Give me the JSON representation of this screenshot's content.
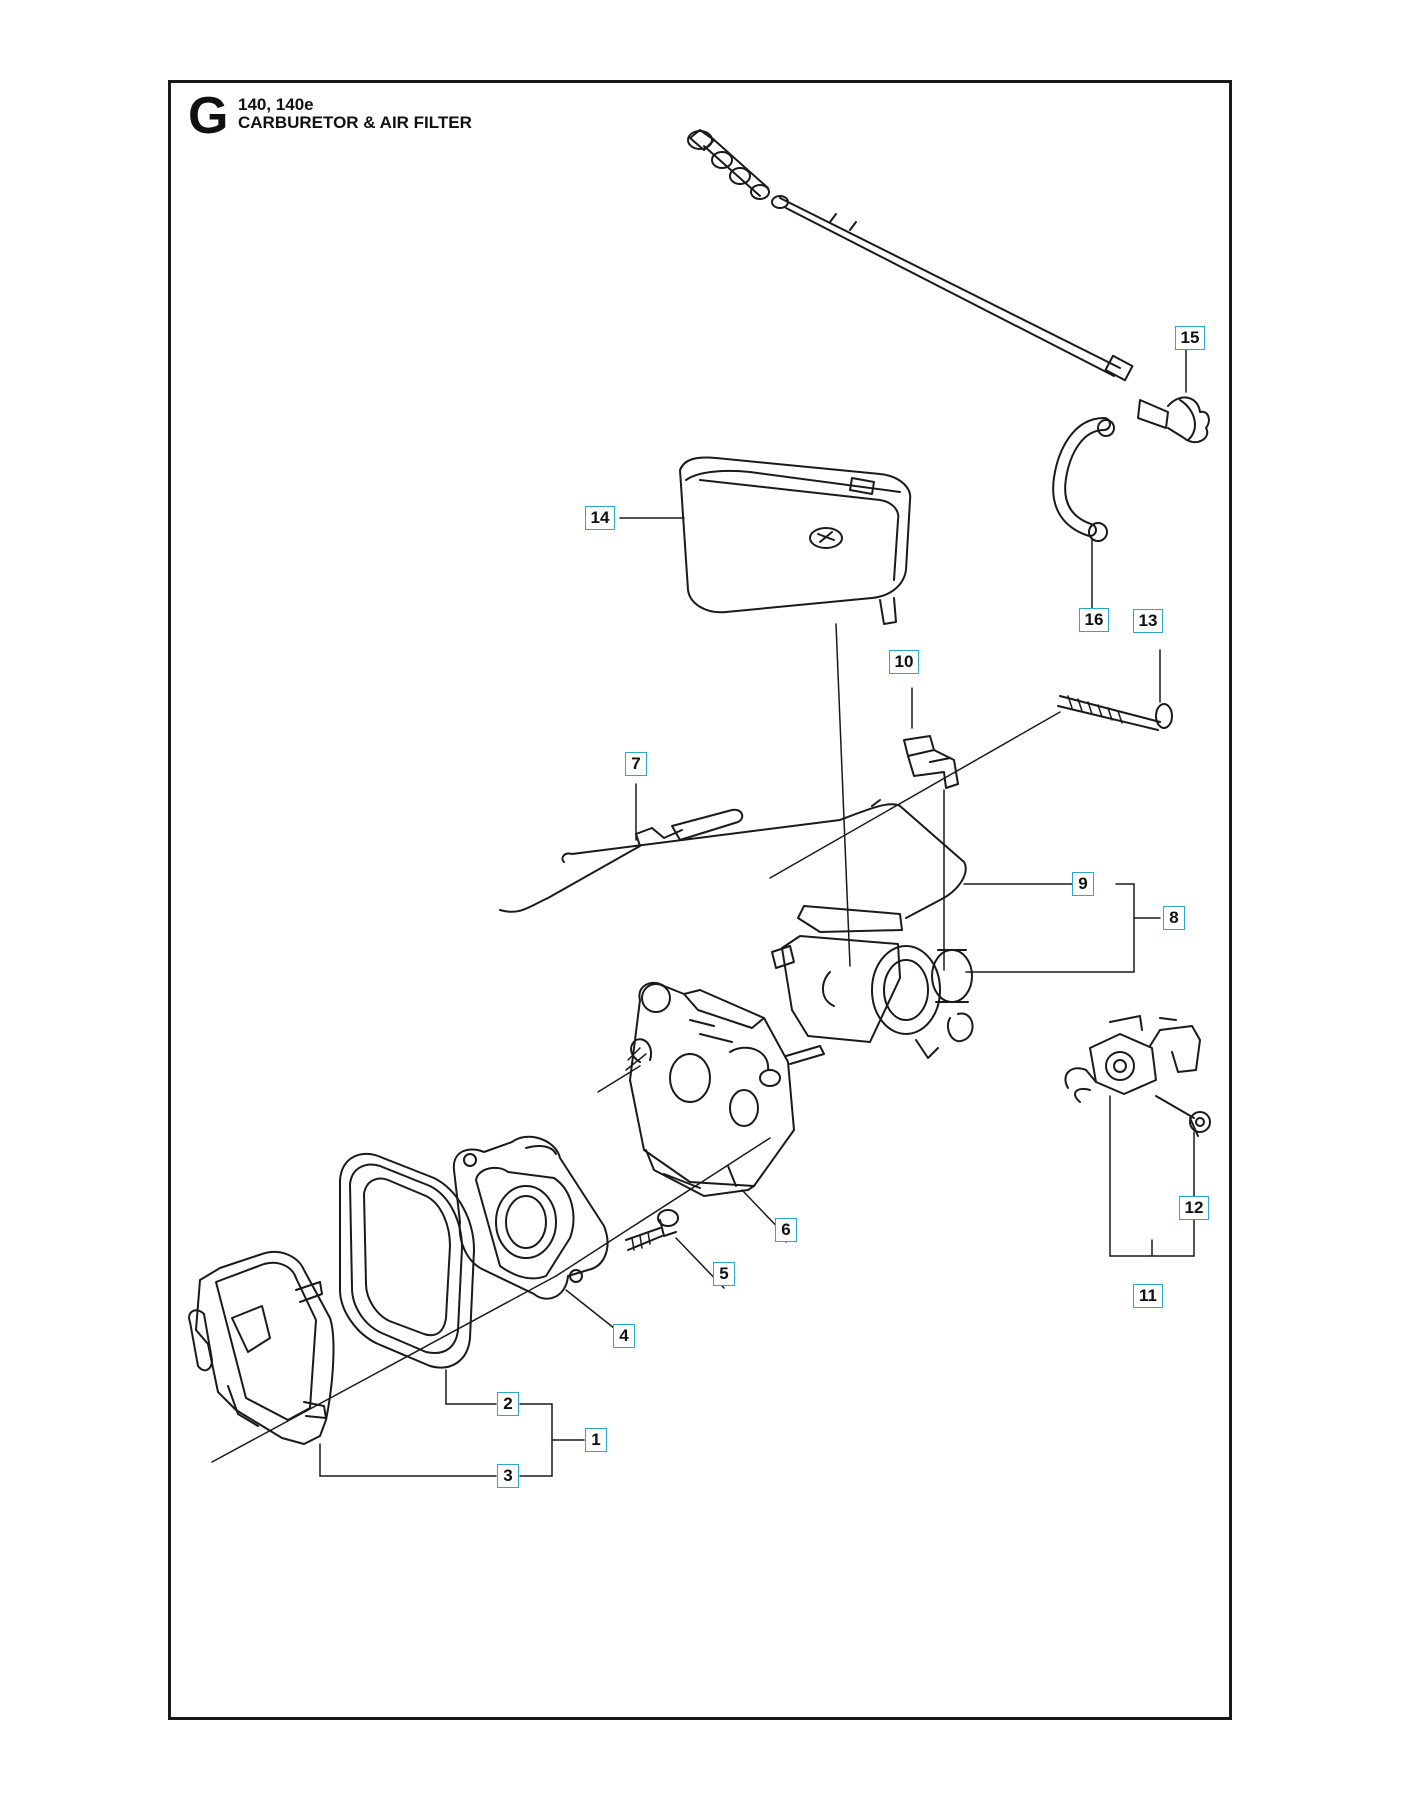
{
  "header": {
    "section_letter": "G",
    "models": "140, 140e",
    "title": "CARBURETOR & AIR FILTER"
  },
  "callouts": [
    "1",
    "2",
    "3",
    "4",
    "5",
    "6",
    "7",
    "8",
    "9",
    "10",
    "11",
    "12",
    "13",
    "14",
    "15",
    "16"
  ],
  "colors": {
    "callout_border": "#2aa7c9",
    "line": "#1a1a1a"
  }
}
